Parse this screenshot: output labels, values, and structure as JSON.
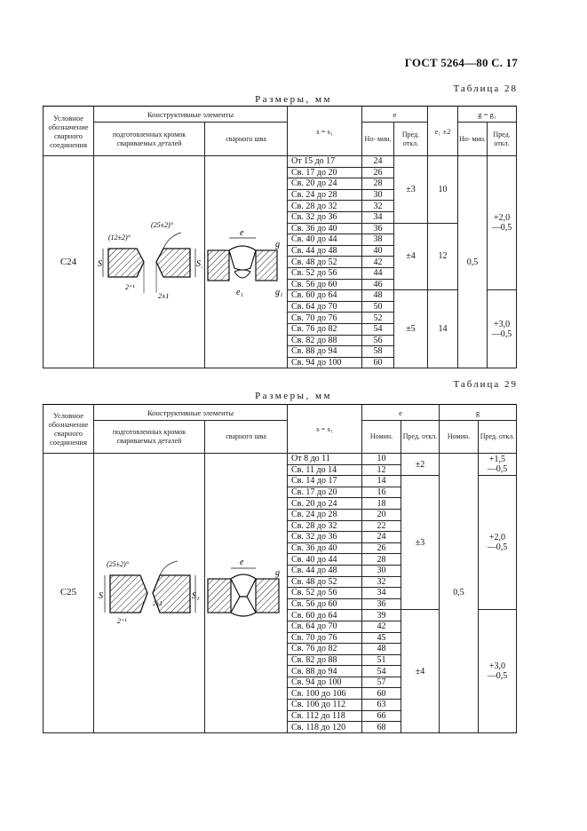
{
  "header": "ГОСТ 5264—80 С. 17",
  "headers": {
    "designation": "Условное обозначение сварного соединения",
    "constructive": "Конструктивные элементы",
    "prepared": "подготовленных кромок свариваемых деталей",
    "weld": "сварного шва",
    "sx": "s = s₁",
    "nom_min": "Но- мин.",
    "pred_otkl": "Пред. откл.",
    "nomin": "Номин."
  },
  "table28": {
    "label": "Таблица 28",
    "caption": "Размеры, мм",
    "designation": "С24",
    "e_header": "e",
    "e1_header": "e₁ ±2",
    "g_header": "g = g₁",
    "g_nom": "0,5",
    "rows": [
      {
        "range": "От 15 до 17",
        "e": "24"
      },
      {
        "range": "Св. 17 до 20",
        "e": "26"
      },
      {
        "range": "Св. 20 до 24",
        "e": "28"
      },
      {
        "range": "Св. 24 до 28",
        "e": "30"
      },
      {
        "range": "Св. 28 до 32",
        "e": "32"
      },
      {
        "range": "Св. 32 до 36",
        "e": "34"
      },
      {
        "range": "Св. 36 до 40",
        "e": "36"
      },
      {
        "range": "Св. 40 до 44",
        "e": "38"
      },
      {
        "range": "Св. 44 до 48",
        "e": "40"
      },
      {
        "range": "Св. 48 до 52",
        "e": "42"
      },
      {
        "range": "Св. 52 до 56",
        "e": "44"
      },
      {
        "range": "Св. 56 до 60",
        "e": "46"
      },
      {
        "range": "Св. 60 до 64",
        "e": "48"
      },
      {
        "range": "Св. 64 до 70",
        "e": "50"
      },
      {
        "range": "Св. 70 до 76",
        "e": "52"
      },
      {
        "range": "Св. 76 до 82",
        "e": "54"
      },
      {
        "range": "Св. 82 до 88",
        "e": "56"
      },
      {
        "range": "Св. 88 до 94",
        "e": "58"
      },
      {
        "range": "Св. 94 до 100",
        "e": "60"
      }
    ],
    "e_tol": [
      "±3",
      "±4",
      "±5"
    ],
    "e1": [
      "10",
      "12",
      "14"
    ],
    "g_tol": [
      {
        "plus": "+2,0",
        "minus": "—0,5"
      },
      {
        "plus": "+3,0",
        "minus": "—0,5"
      }
    ],
    "drawing": {
      "angle1": "(25±2)°",
      "angle2": "(12±2)°",
      "gap": "2⁺¹",
      "root": "2±1",
      "s": "S",
      "s1": "S₁",
      "e": "e",
      "e1": "e₁",
      "g": "g",
      "g1": "g₁"
    }
  },
  "table29": {
    "label": "Таблица 29",
    "caption": "Размеры, мм",
    "designation": "С25",
    "e_header": "e",
    "g_header": "g",
    "g_nom": "0,5",
    "rows": [
      {
        "range": "От 8 до 11",
        "e": "10"
      },
      {
        "range": "Св. 11 до 14",
        "e": "12"
      },
      {
        "range": "Св. 14 до 17",
        "e": "14"
      },
      {
        "range": "Св. 17 до 20",
        "e": "16"
      },
      {
        "range": "Св. 20 до 24",
        "e": "18"
      },
      {
        "range": "Св. 24 до 28",
        "e": "20"
      },
      {
        "range": "Св. 28 до 32",
        "e": "22"
      },
      {
        "range": "Св. 32 до 36",
        "e": "24"
      },
      {
        "range": "Св. 36 до 40",
        "e": "26"
      },
      {
        "range": "Св. 40 до 44",
        "e": "28"
      },
      {
        "range": "Св. 44 до 48",
        "e": "30"
      },
      {
        "range": "Св. 48 до 52",
        "e": "32"
      },
      {
        "range": "Св. 52 до 56",
        "e": "34"
      },
      {
        "range": "Св. 56 до 60",
        "e": "36"
      },
      {
        "range": "Св. 60 до 64",
        "e": "39"
      },
      {
        "range": "Св. 64 до 70",
        "e": "42"
      },
      {
        "range": "Св. 70 до 76",
        "e": "45"
      },
      {
        "range": "Св. 76 до 82",
        "e": "48"
      },
      {
        "range": "Св. 82 до 88",
        "e": "51"
      },
      {
        "range": "Св. 88 до 94",
        "e": "54"
      },
      {
        "range": "Св. 94 до 100",
        "e": "57"
      },
      {
        "range": "Св. 100 до 106",
        "e": "60"
      },
      {
        "range": "Св. 106 до 112",
        "e": "63"
      },
      {
        "range": "Св. 112 до 118",
        "e": "66"
      },
      {
        "range": "Св. 118 до 120",
        "e": "68"
      }
    ],
    "e_tol": [
      "±2",
      "±3",
      "±4"
    ],
    "g_tol": [
      {
        "plus": "+1,5",
        "minus": "—0,5"
      },
      {
        "plus": "+2,0",
        "minus": "—0,5"
      },
      {
        "plus": "+3,0",
        "minus": "—0,5"
      }
    ],
    "drawing": {
      "angle1": "(25±2)°",
      "gap": "2⁺¹",
      "root": "2±1",
      "s": "S",
      "s1": "S₁",
      "e": "e",
      "g": "g"
    }
  }
}
